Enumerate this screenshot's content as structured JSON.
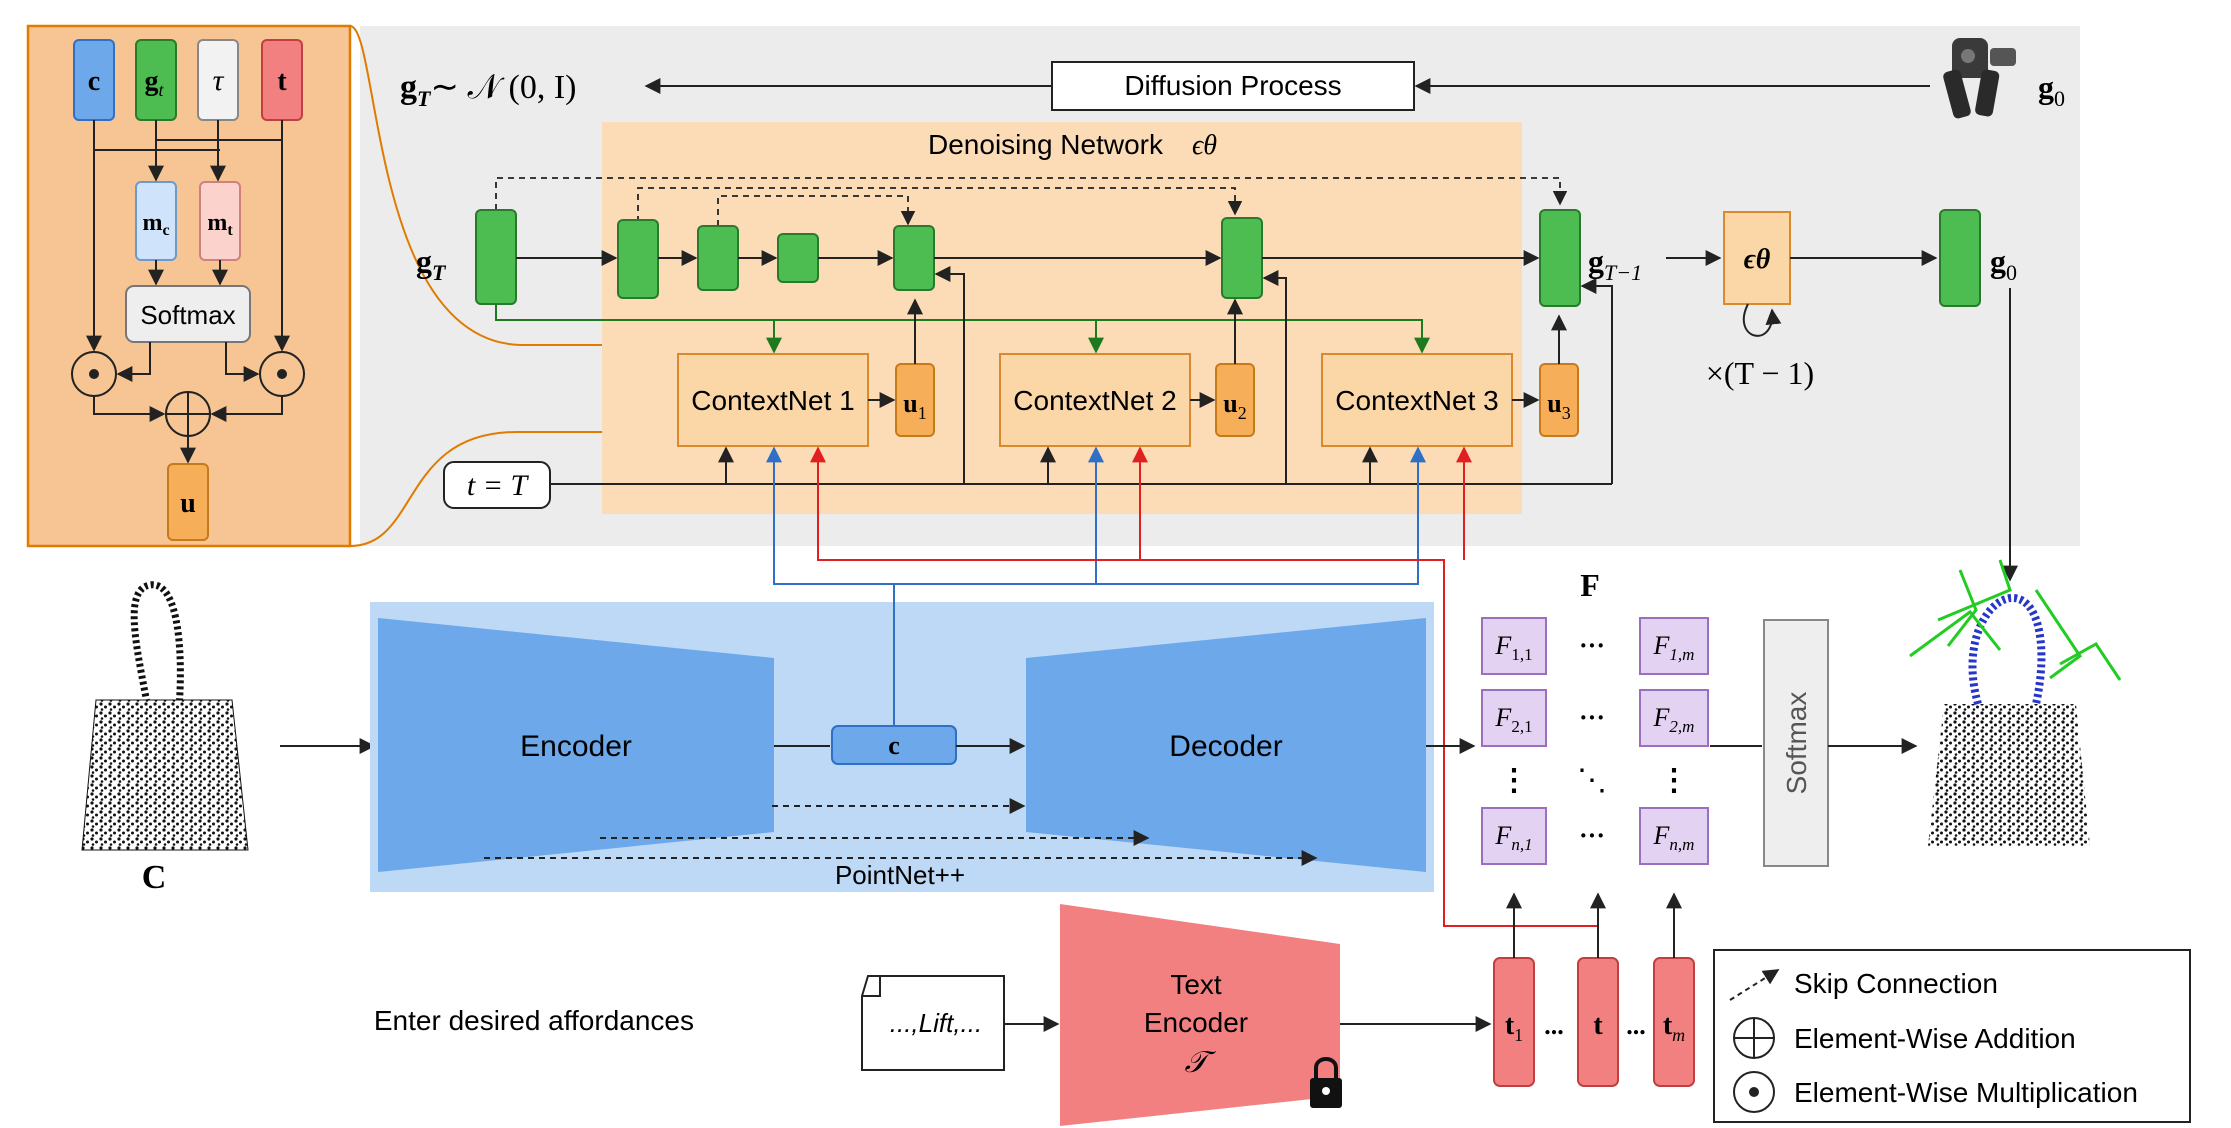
{
  "top": {
    "gT_dist": "g_T ~ N(0, I)",
    "gT_dist_base": "g",
    "gT_dist_sub": "T",
    "gT_dist_rest": "∼ 𝒩 (0, I)",
    "diffusion_process": "Diffusion Process",
    "g0": "g",
    "g0_sub": "0",
    "denoising_title": "Denoising Network",
    "epsilon_theta": "ϵθ",
    "input_label_base": "g",
    "input_label_sub": "T",
    "output_label_base": "g",
    "output_label_sub": "T−1",
    "eps_box_label": "ϵθ",
    "repeat_label": "×(T − 1)",
    "final_label_base": "g",
    "final_label_sub": "0",
    "time_label": "t = T",
    "contextnets": [
      {
        "label": "ContextNet 1",
        "u_base": "u",
        "u_sub": "1"
      },
      {
        "label": "ContextNet 2",
        "u_base": "u",
        "u_sub": "2"
      },
      {
        "label": "ContextNet 3",
        "u_base": "u",
        "u_sub": "3"
      }
    ]
  },
  "inset": {
    "inputs": [
      "c",
      "g",
      "τ",
      "t"
    ],
    "g_sub": "t",
    "mc_base": "m",
    "mc_sub": "c",
    "mt_base": "m",
    "mt_sub": "t",
    "softmax": "Softmax",
    "output": "u"
  },
  "bottom": {
    "object_label": "C",
    "encoder": "Encoder",
    "decoder": "Decoder",
    "c_label": "c",
    "pointnet": "PointNet++",
    "F_label": "F",
    "matrix": {
      "f11_base": "F",
      "f11_sub": "1,1",
      "f1m_base": "F",
      "f1m_sub": "1,m",
      "f21_base": "F",
      "f21_sub": "2,1",
      "f2m_base": "F",
      "f2m_sub": "2,m",
      "fn1_base": "F",
      "fn1_sub": "n,1",
      "fnm_base": "F",
      "fnm_sub": "n,m",
      "hdots": "···",
      "vdots": "⋮",
      "ddots": "⋱"
    },
    "softmax": "Softmax",
    "text_input_label": "Enter desired affordances",
    "doc_text": "...,Lift,...",
    "text_encoder_line1": "Text",
    "text_encoder_line2": "Encoder",
    "text_encoder_symbol": "𝒯",
    "tokens": [
      {
        "base": "t",
        "sub": "1"
      },
      {
        "base": "t",
        "sub": ""
      },
      {
        "base": "t",
        "sub": "m"
      }
    ],
    "token_dots": "..."
  },
  "legend": {
    "skip": "Skip Connection",
    "add": "Element-Wise Addition",
    "mult": "Element-Wise Multiplication"
  },
  "colors": {
    "green": "#4dbd52",
    "orange_box": "#fbd7a8",
    "orange_u": "#f7ae58",
    "blue_enc": "#6ca8ea",
    "blue_panel": "#bdd9f5",
    "red_text": "#f38080",
    "purple_cell": "#e3d2f2",
    "gray_panel": "#ececec",
    "skip_blue": "#2f6fc6",
    "skip_red": "#e02020",
    "green_line": "#1e7a1e"
  }
}
